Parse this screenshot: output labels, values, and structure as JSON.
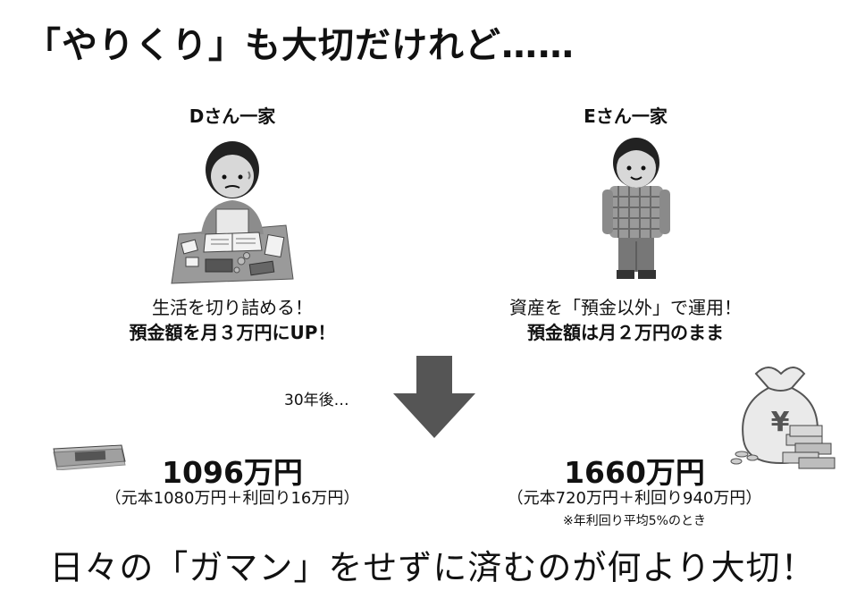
{
  "title": "「やりくり」も大切だけれど……",
  "left": {
    "family": "Dさん一家",
    "line1": "生活を切り詰める！",
    "line2": "預金額を月３万円にUP！",
    "amount": "1096万円",
    "detail": "（元本1080万円＋利回り16万円）"
  },
  "right": {
    "family": "Eさん一家",
    "line1": "資産を「預金以外」で運用！",
    "line2": "預金額は月２万円のまま",
    "amount": "1660万円",
    "detail": "（元本720万円＋利回り940万円）",
    "note": "※年利回り平均5%のとき",
    "bag_symbol": "¥"
  },
  "years_later": "30年後…",
  "bottom": "日々の「ガマン」をせずに済むのが何より大切！",
  "colors": {
    "arrow": "#555555",
    "gray_dark": "#3a3a3a",
    "gray_mid": "#8a8a8a",
    "gray_light": "#d0d0d0"
  },
  "icons": [
    "woman-budgeting-illustration",
    "man-standing-illustration",
    "down-arrow-icon",
    "cash-stack-icon",
    "money-bag-icon"
  ]
}
